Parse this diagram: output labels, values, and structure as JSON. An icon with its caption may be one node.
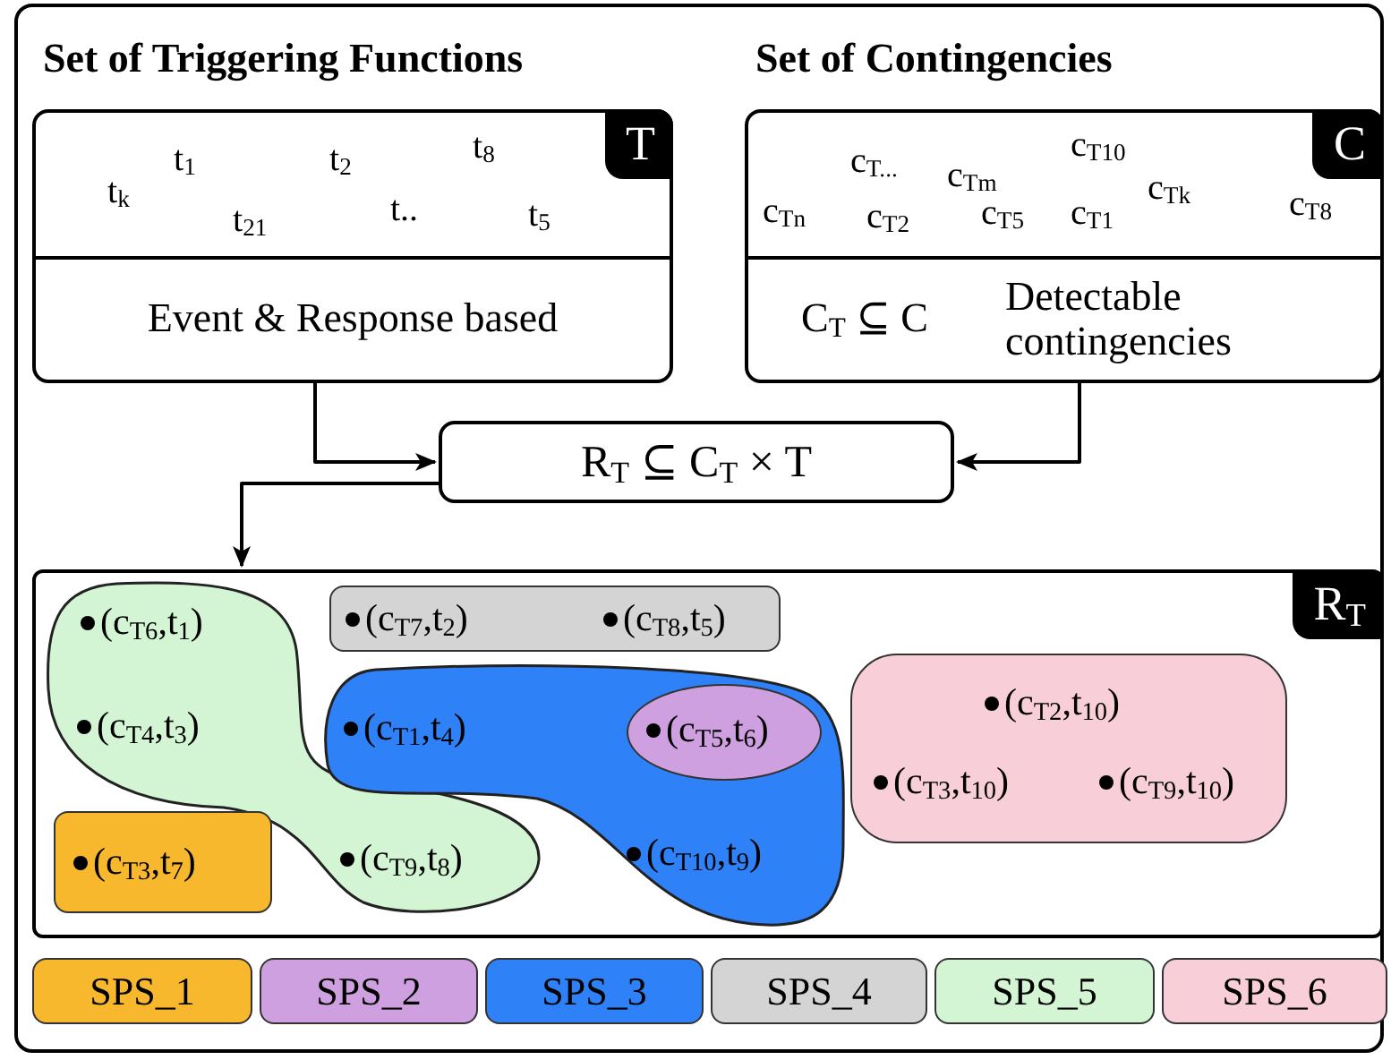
{
  "diagram": {
    "nodes": [
      {
        "text": [
          "Set of Triggering Functions",
          "T",
          "t$_{k}$",
          "t$_{1}$",
          "t$_{21}$",
          "t$_{2}$",
          "t..",
          "t$_{8}$",
          "t$_{5}$",
          "Event & Response based"
        ]
      },
      {
        "text": [
          "Set of Contingencies",
          "C",
          "c$_{Tn}$",
          "c$_{T...}$",
          "c$_{T2}$",
          "c$_{Tm}$",
          "c$_{T5}$",
          "c$_{T10}$",
          "c$_{T1}$",
          "c$_{Tk}$",
          "c$_{T8}$",
          "C$_{T}$ ⊆ C",
          "Detectable contingencies"
        ]
      },
      {
        "text": [
          "R$_{T}$ ⊆ C$_{T}$ × T"
        ]
      },
      {
        "text": [
          "R$_{T}$"
        ]
      },
      {
        "text": [
          "(c$_{T6}$,t$_{1}$)",
          "(c$_{T4}$,t$_{3}$)",
          "(c$_{T9}$,t$_{8}$)"
        ],
        "in": 3
      },
      {
        "text": [
          "(c$_{T7}$,t$_{2}$)",
          "(c$_{T8}$,t$_{5}$)"
        ],
        "in": 3
      },
      {
        "text": [
          "(c$_{T1}$,t$_{4}$)",
          "(c$_{T10}$,t$_{9}$)"
        ],
        "in": 3
      },
      {
        "text": [
          "(c$_{T5}$,t$_{6}$)"
        ],
        "in": 6
      },
      {
        "text": [
          "(c$_{T2}$,t$_{10}$)",
          "(c$_{T3}$,t$_{10}$)",
          "(c$_{T9}$,t$_{10}$)"
        ],
        "in": 3
      },
      {
        "text": [
          "(c$_{T3}$,t$_{7}$)"
        ],
        "in": 3
      }
    ],
    "edges": [
      {
        "from": 0,
        "to": 2,
        "arrow": "to"
      },
      {
        "from": 1,
        "to": 2,
        "arrow": "to"
      },
      {
        "from": 2,
        "to": 3,
        "arrow": "to"
      }
    ],
    "legend": [
      {
        "text": "SPS_1",
        "color": "#f8b82e"
      },
      {
        "text": "SPS_2",
        "color": "#cfa0e0"
      },
      {
        "text": "SPS_3",
        "color": "#2f81f7"
      },
      {
        "text": "SPS_4",
        "color": "#d4d4d4"
      },
      {
        "text": "SPS_5",
        "color": "#d3f5d4"
      },
      {
        "text": "SPS_6",
        "color": "#f8cfd8"
      }
    ]
  }
}
